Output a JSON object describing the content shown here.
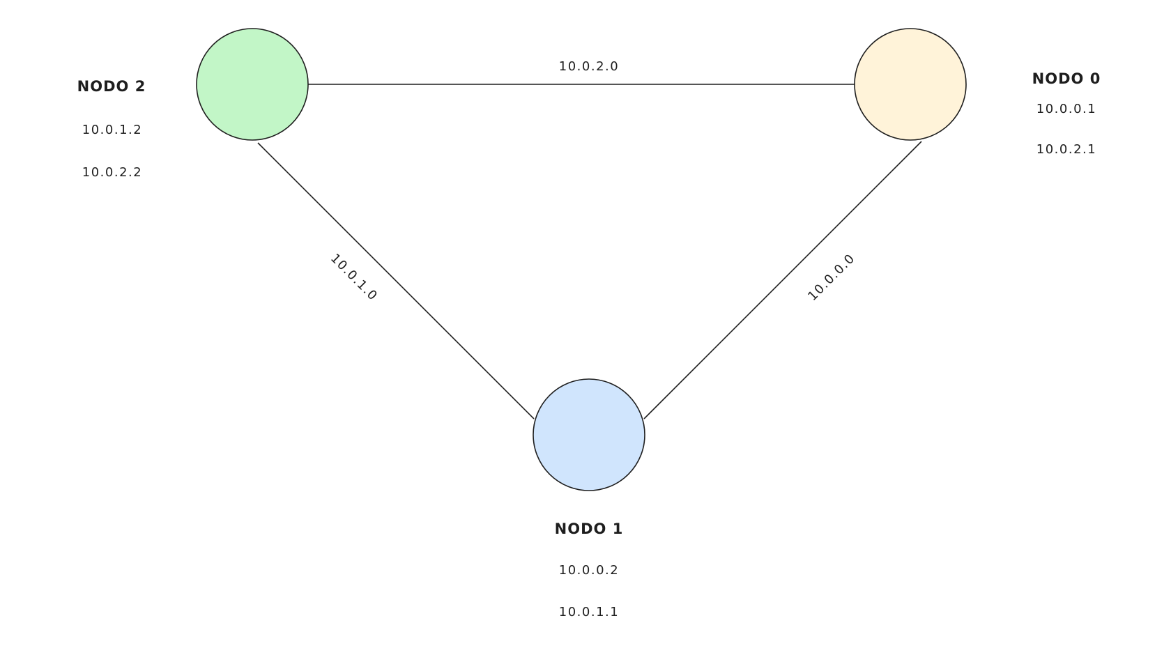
{
  "colors": {
    "stroke": "#1e1e1e",
    "node0_fill": "#fff3d9",
    "node1_fill": "#d0e5fd",
    "node2_fill": "#c2f6c7"
  },
  "nodes": {
    "node0": {
      "title": "NODO 0",
      "ips": [
        "10.0.0.1",
        "10.0.2.1"
      ]
    },
    "node1": {
      "title": "NODO 1",
      "ips": [
        "10.0.0.2",
        "10.0.1.1"
      ]
    },
    "node2": {
      "title": "NODO 2",
      "ips": [
        "10.0.1.2",
        "10.0.2.2"
      ]
    }
  },
  "links": {
    "node2_node0": "10.0.2.0",
    "node2_node1": "10.0.1.0",
    "node0_node1": "10.0.0.0"
  }
}
